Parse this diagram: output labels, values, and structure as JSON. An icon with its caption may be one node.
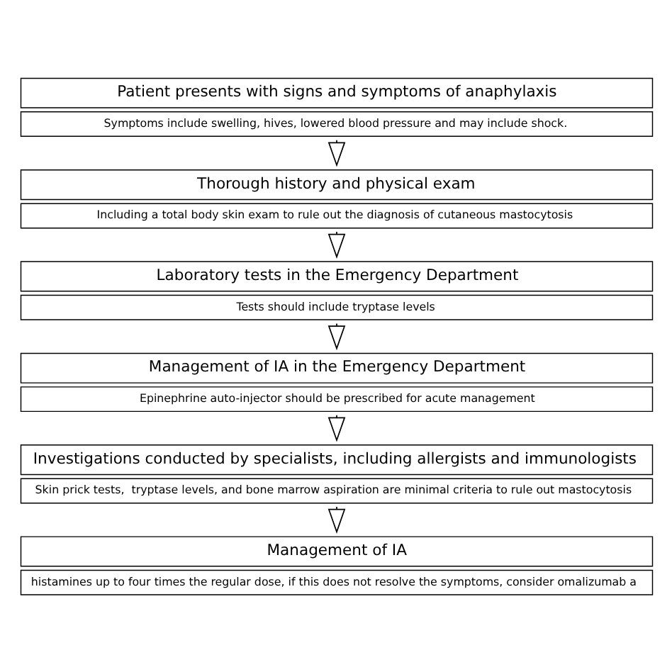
{
  "diagram": {
    "nodes": [
      {
        "text": [
          "Patient presents with signs and symptoms of anaphylaxis",
          "Symptoms include swelling, hives, lowered blood pressure and may include shock."
        ]
      },
      {
        "text": [
          "Thorough history and physical exam",
          "Including a total body skin exam to rule out the diagnosis of cutaneous mastocytosis"
        ]
      },
      {
        "text": [
          "Laboratory tests in the Emergency Department",
          "Tests should include tryptase levels"
        ]
      },
      {
        "text": [
          "Management of IA in the Emergency Department",
          "Epinephrine auto-injector should be prescribed for acute management"
        ]
      },
      {
        "text": [
          "Investigations conducted by specialists, including allergists and immunologists",
          "Skin prick tests,  tryptase levels, and bone marrow aspiration are minimal criteria to rule out mastocytosis"
        ]
      },
      {
        "text": [
          "Management of IA",
          "histamines up to four times the regular dose, if this does not resolve the symptoms, consider omalizumab a"
        ]
      }
    ],
    "edges": [
      {
        "from": 0,
        "to": 1,
        "arrow": "to"
      },
      {
        "from": 1,
        "to": 2,
        "arrow": "to"
      },
      {
        "from": 2,
        "to": 3,
        "arrow": "to"
      },
      {
        "from": 3,
        "to": 4,
        "arrow": "to"
      },
      {
        "from": 4,
        "to": 5,
        "arrow": "to"
      }
    ]
  }
}
